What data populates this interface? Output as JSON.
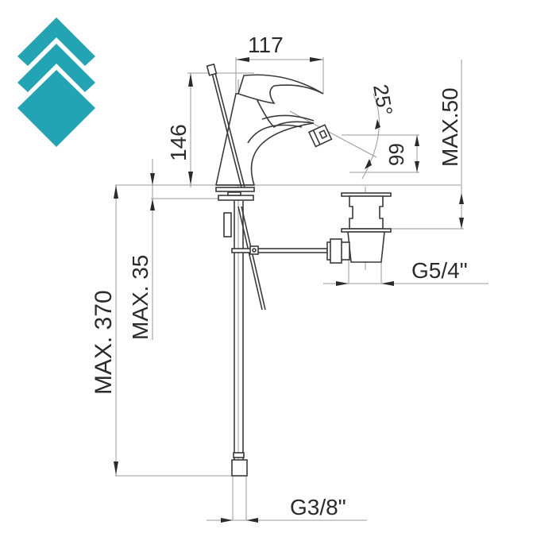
{
  "logo": {
    "name": "brand-chevron-logo",
    "color": "#22a4b5"
  },
  "drawing": {
    "subject": "Bidet mixer tap technical drawing",
    "line_color": "#3a3a3a",
    "dimension_color": "#9a9a9a",
    "dimensions": {
      "spout_reach": "117",
      "height": "146",
      "angle": "25°",
      "outlet_height": "66",
      "max_waste_height": "MAX.50",
      "max_deck_thickness": "MAX. 35",
      "max_hose_length": "MAX. 370",
      "waste_thread": "G5/4\"",
      "supply_thread": "G3/8\""
    }
  }
}
